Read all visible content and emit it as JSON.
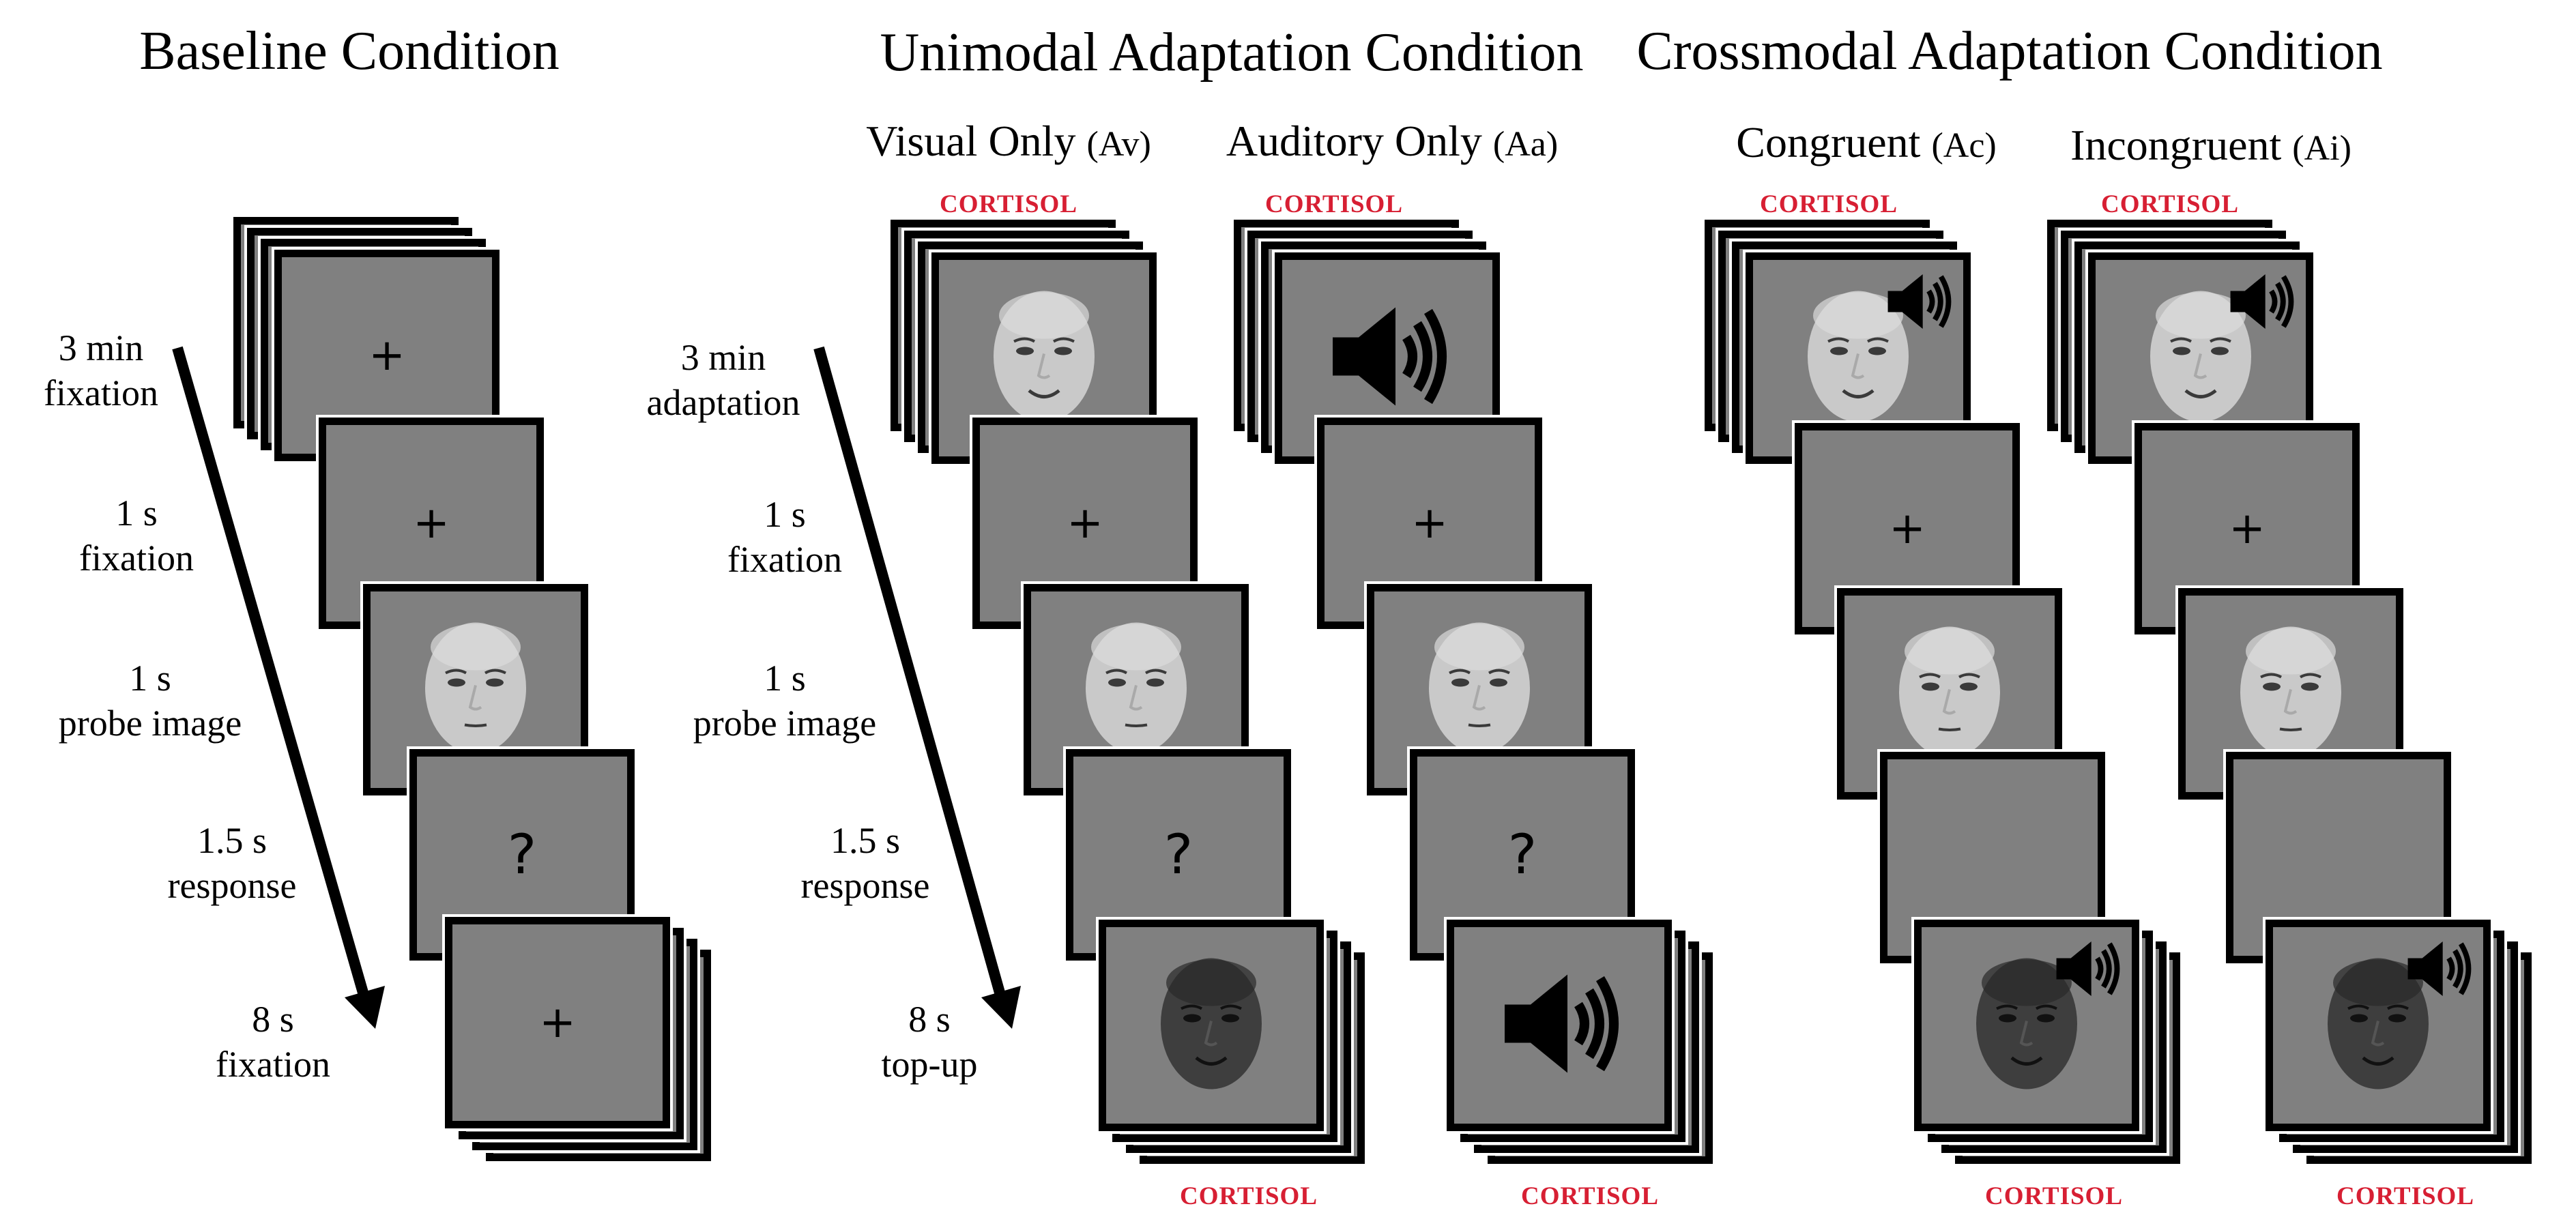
{
  "headings": {
    "baseline": "Baseline Condition",
    "unimodal": "Unimodal Adaptation Condition",
    "crossmodal": "Crossmodal Adaptation Condition"
  },
  "subconditions": {
    "visual": {
      "label": "Visual Only",
      "code": "(Av)"
    },
    "auditory": {
      "label": "Auditory Only",
      "code": "(Aa)"
    },
    "congruent": {
      "label": "Congruent",
      "code": "(Ac)"
    },
    "incongruent": {
      "label": "Incongruent",
      "code": "(Ai)"
    }
  },
  "baseline_steps": [
    {
      "duration": "3 min",
      "label": "fixation"
    },
    {
      "duration": "1 s",
      "label": "fixation"
    },
    {
      "duration": "1 s",
      "label": "probe image"
    },
    {
      "duration": "1.5 s",
      "label": "response"
    },
    {
      "duration": "8 s",
      "label": "fixation"
    }
  ],
  "adaptation_steps": [
    {
      "duration": "3 min",
      "label": "adaptation"
    },
    {
      "duration": "1 s",
      "label": "fixation"
    },
    {
      "duration": "1 s",
      "label": "probe image"
    },
    {
      "duration": "1.5 s",
      "label": "response"
    },
    {
      "duration": "8 s",
      "label": "top-up"
    }
  ],
  "stimulus_label": "CORTISOL",
  "symbols": {
    "fixation": "+",
    "response": "?"
  },
  "colors": {
    "frame_fill": "#808080",
    "frame_border": "#000000",
    "stimulus_label": "#d71f33",
    "arrow": "#000000"
  },
  "icons": {
    "speaker": "speaker-icon",
    "adapt_face": "smiling-face-image",
    "probe_face": "neutral-face-image",
    "topup_face": "smiling-face-dark-image"
  }
}
